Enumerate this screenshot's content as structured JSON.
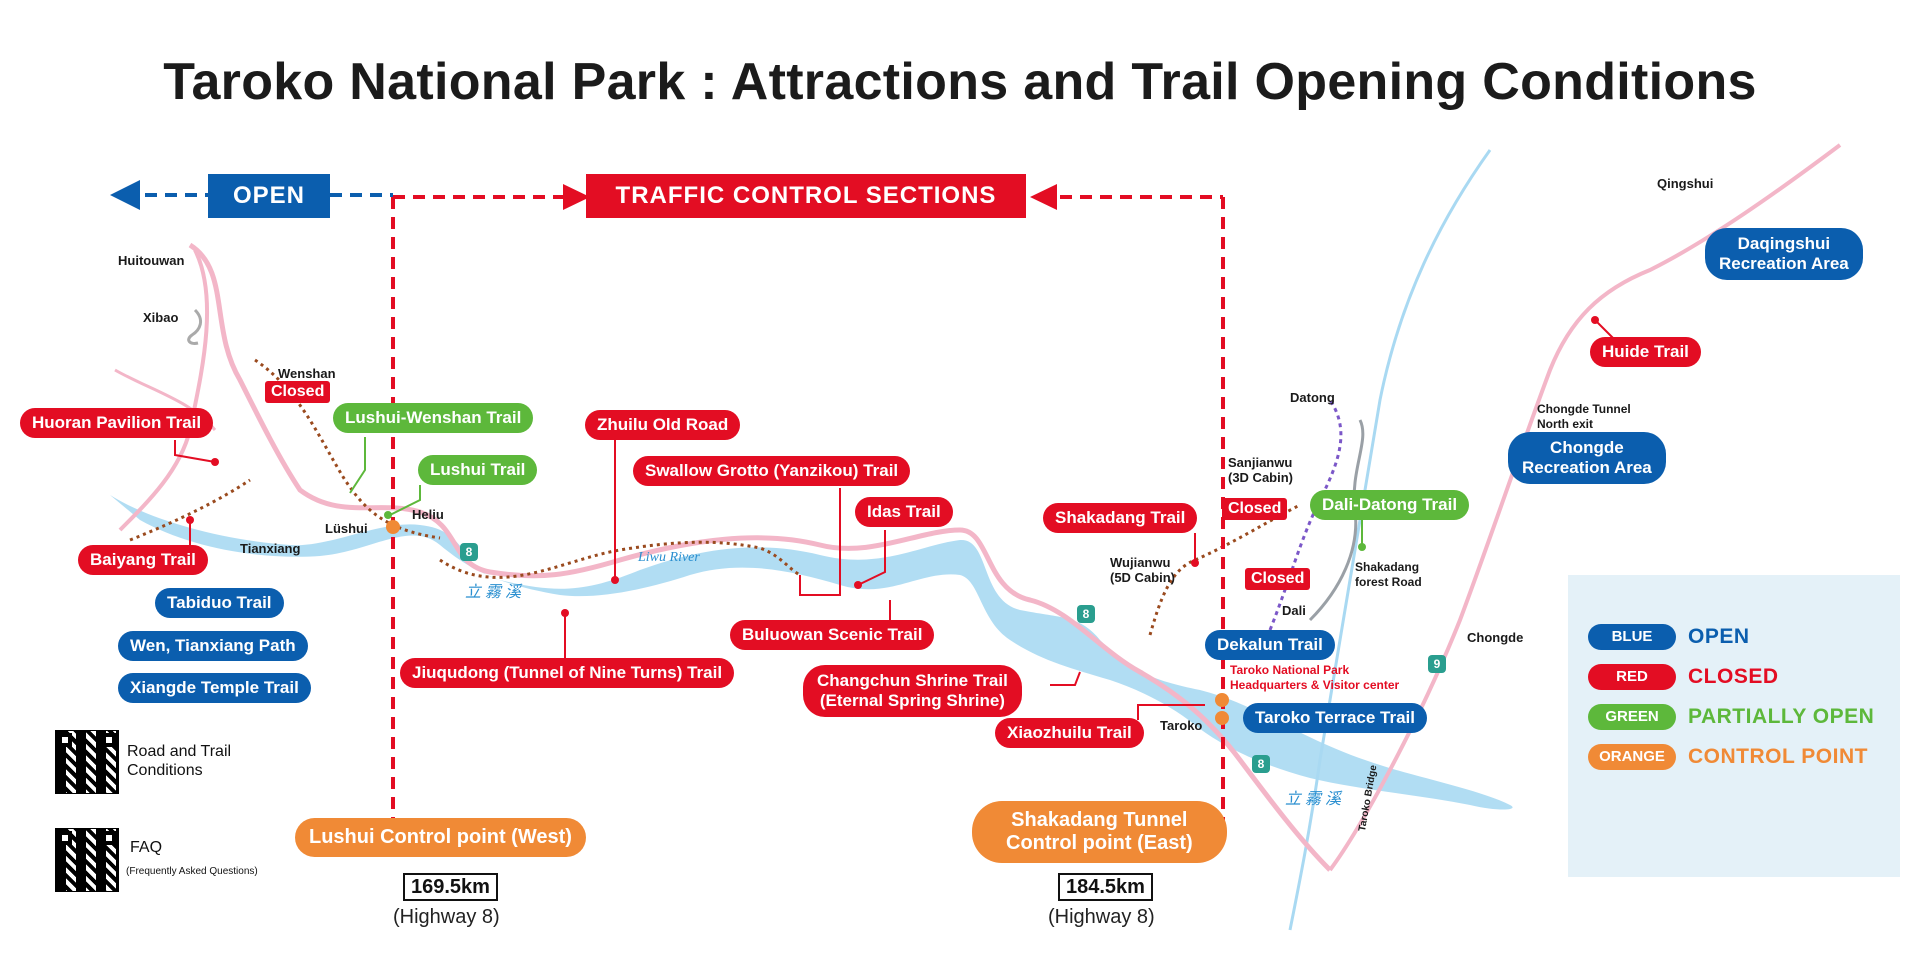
{
  "title": "Taroko National Park : Attractions and Trail Opening Conditions",
  "banners": {
    "open": "OPEN",
    "traffic": "TRAFFIC CONTROL SECTIONS"
  },
  "colors": {
    "open": "#0b5eae",
    "closed": "#e30d23",
    "partial": "#5db83b",
    "control": "#f08a36",
    "road": "#f3b6c8",
    "river": "#a9d9f2",
    "trail": "#9a4a1e"
  },
  "places": {
    "huitouwan": "Huitouwan",
    "xibao": "Xibao",
    "wenshan": "Wenshan",
    "lushui": "Lüshui",
    "heliu": "Heliu",
    "tianxiang": "Tianxiang",
    "liwu_river": "Liwu River",
    "liwu_chinese": "立 霧 溪",
    "liwu_chinese2": "立 霧 溪",
    "datong": "Datong",
    "sanjianwu": "Sanjianwu\n(3D Cabin)",
    "wujianwu": "Wujianwu\n(5D Cabin)",
    "shakadang_forest": "Shakadang\nforest Road",
    "dali": "Dali",
    "taroko": "Taroko",
    "taroko_hq": "Taroko National Park\nHeadquarters & Visitor center",
    "chongde": "Chongde",
    "chongde_tunnel": "Chongde Tunnel\nNorth exit",
    "qingshui": "Qingshui",
    "taroko_bridge": "Taroko Bridge"
  },
  "highway_shield": "8",
  "highway_shield_9": "9",
  "trails": {
    "huoran": "Huoran Pavilion Trail",
    "baiyang": "Baiyang Trail",
    "tabiduo": "Tabiduo Trail",
    "wen_tianxiang": "Wen, Tianxiang Path",
    "xiangde": "Xiangde Temple Trail",
    "lushui_wenshan": "Lushui-Wenshan Trail",
    "lushui": "Lushui Trail",
    "zhuilu": "Zhuilu Old Road",
    "swallow": "Swallow Grotto (Yanzikou) Trail",
    "idas": "Idas Trail",
    "jiuqudong": "Jiuqudong (Tunnel of Nine Turns) Trail",
    "buluowan": "Buluowan Scenic Trail",
    "changchun": "Changchun Shrine Trail\n(Eternal Spring Shrine)",
    "xiaozhuilu": "Xiaozhuilu Trail",
    "shakadang": "Shakadang Trail",
    "dali_datong": "Dali-Datong Trail",
    "dekalun": "Dekalun Trail",
    "taroko_terrace": "Taroko Terrace Trail",
    "huide": "Huide Trail",
    "chongde_rec": "Chongde\nRecreation Area",
    "daqingshui": "Daqingshui\nRecreation Area"
  },
  "closed_tag": "Closed",
  "control_points": {
    "west": "Lushui Control point (West)",
    "east": "Shakadang Tunnel\nControl point (East)"
  },
  "distances": {
    "west_km": "169.5km",
    "west_hwy": "(Highway 8)",
    "east_km": "184.5km",
    "east_hwy": "(Highway 8)"
  },
  "qr": {
    "road_label": "Road and Trail\nConditions",
    "faq_label": "FAQ",
    "faq_sub": "(Frequently Asked Questions)"
  },
  "legend": [
    {
      "chip": "BLUE",
      "text": "OPEN",
      "color": "#0b5eae"
    },
    {
      "chip": "RED",
      "text": "CLOSED",
      "color": "#e30d23"
    },
    {
      "chip": "GREEN",
      "text": "PARTIALLY OPEN",
      "color": "#5db83b"
    },
    {
      "chip": "ORANGE",
      "text": "CONTROL POINT",
      "color": "#f08a36"
    }
  ]
}
